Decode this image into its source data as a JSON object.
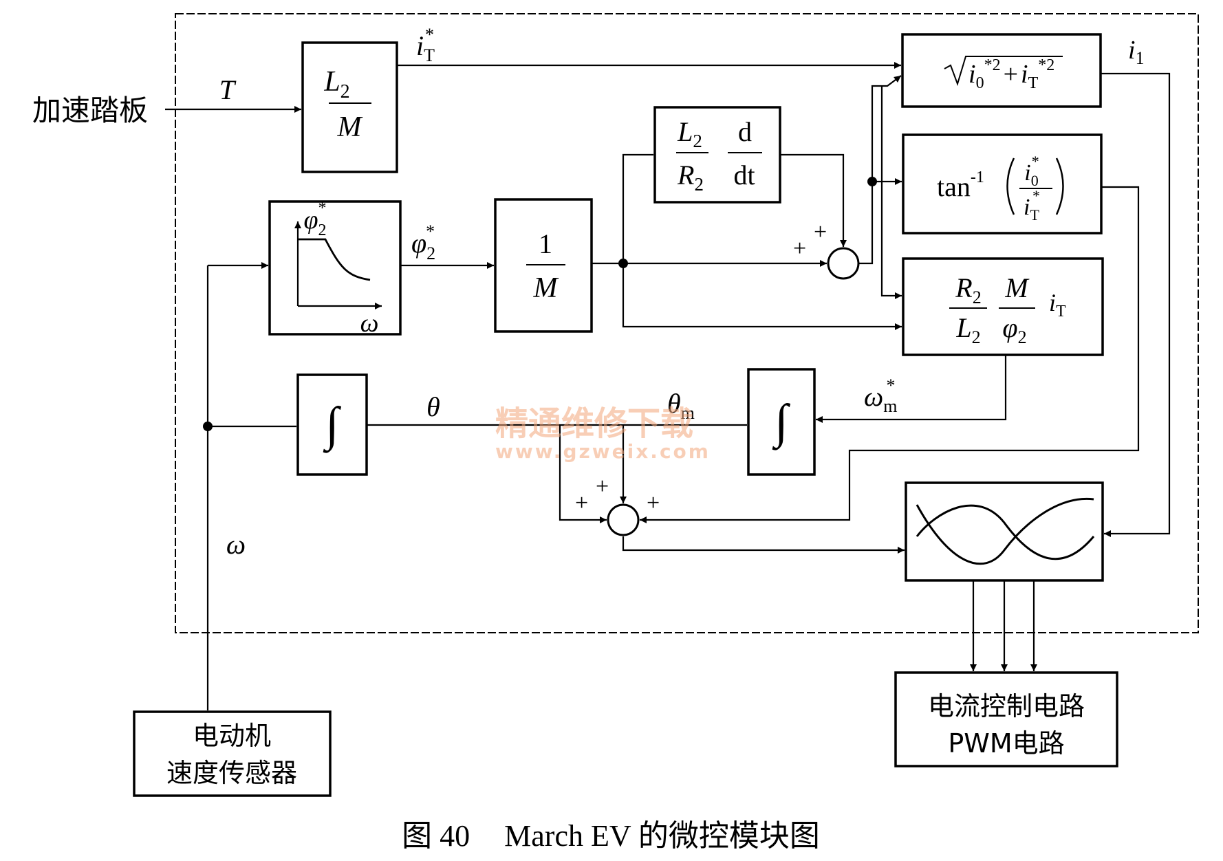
{
  "input_label": "加速踏板",
  "signals": {
    "T": "T",
    "iT_star": "i",
    "iT_star_sub": "T",
    "iT_star_sup": "*",
    "phi2_star": "φ",
    "phi2_star_sub": "2",
    "phi2_star_sup": "*",
    "i1": "i",
    "i1_sub": "1",
    "theta": "θ",
    "theta_m": "θ",
    "theta_m_sub": "m",
    "omega_m_star": "ω",
    "omega_m_star_sub": "m",
    "omega_m_star_sup": "*",
    "omega": "ω"
  },
  "blocks": {
    "l2_over_m": {
      "num": "L",
      "num_sub": "2",
      "den": "M"
    },
    "one_over_m": {
      "num": "1",
      "den": "M"
    },
    "l2r2_ddt": {
      "a_num": "L",
      "a_num_sub": "2",
      "a_den": "R",
      "a_den_sub": "2",
      "b_num": "d",
      "b_den": "dt",
      "b_den_t": "t"
    },
    "flux_curve": {
      "y_label": "φ",
      "y_sub": "2",
      "y_sup": "*",
      "x_label": "ω"
    },
    "sqrt": {
      "i0": "i",
      "i0_sub": "0",
      "i0_sup": "*2",
      "plus": "+",
      "iT": "i",
      "iT_sub": "T",
      "iT_sup": "*2"
    },
    "atan": {
      "tan": "tan",
      "tan_sup": "-1",
      "num": "i",
      "num_sub": "0",
      "num_sup": "*",
      "den": "i",
      "den_sub": "T",
      "den_sup": "*"
    },
    "slip": {
      "a_num": "R",
      "a_num_sub": "2",
      "a_den": "L",
      "a_den_sub": "2",
      "b_num": "M",
      "b_den": "φ",
      "b_den_sub": "2",
      "c": "i",
      "c_sub": "T"
    },
    "integrator": "∫"
  },
  "summers": {
    "top_plus_1": "+",
    "top_plus_2": "+",
    "bot_plus_1": "+",
    "bot_plus_2": "+",
    "bot_plus_3": "+"
  },
  "external": {
    "sensor_line1": "电动机",
    "sensor_line2": "速度传感器",
    "pwm_line1": "电流控制电路",
    "pwm_line2": "PWM电路"
  },
  "caption": {
    "figure_no": "图 40",
    "title": "March EV 的微控模块图"
  },
  "watermark": {
    "text": "精通维修下载",
    "url": "www.gzweix.com",
    "color": "#f2a57a"
  }
}
